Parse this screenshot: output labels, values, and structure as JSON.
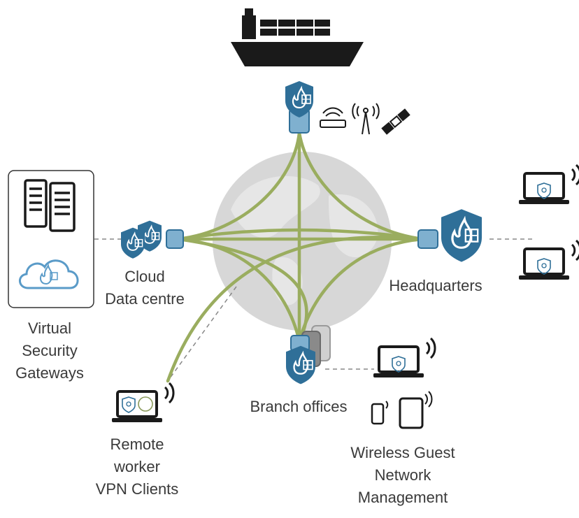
{
  "labels": {
    "cloud": [
      "Cloud",
      "Data centre"
    ],
    "headquarters": "Headquarters",
    "virtual_gateways": [
      "Virtual",
      "Security",
      "Gateways"
    ],
    "branch": "Branch offices",
    "remote": [
      "Remote",
      "worker",
      "VPN Clients"
    ],
    "wireless": [
      "Wireless Guest",
      "Network",
      "Management"
    ]
  },
  "colors": {
    "link": "#9aad5f",
    "firewall": "#2f6f98",
    "firewall_light": "#7fb0cf",
    "globe": "#c9c9c9",
    "icon_dark": "#1a1a1a"
  },
  "icons": [
    "cargo-ship-icon",
    "wifi-router-icon",
    "cell-tower-icon",
    "satellite-icon",
    "server-rack-icon",
    "cloud-firewall-icon",
    "laptop-icon",
    "phone-icon",
    "tablet-icon"
  ]
}
